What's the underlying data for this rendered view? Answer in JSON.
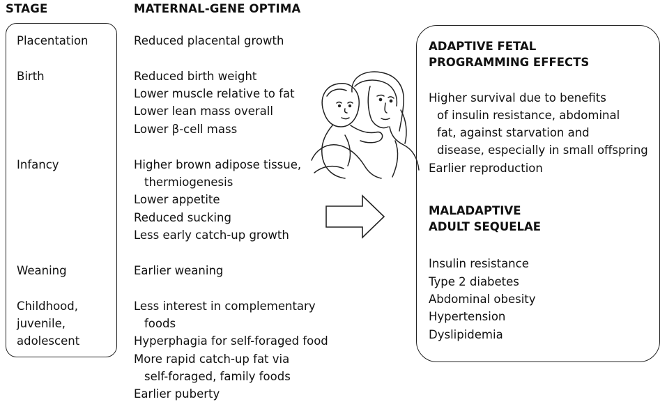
{
  "headers": {
    "stage": "STAGE",
    "optima": "MATERNAL-GENE OPTIMA"
  },
  "stages": [
    {
      "label_lines": [
        "Placentation"
      ]
    },
    {
      "label_lines": [
        "Birth"
      ]
    },
    {
      "label_lines": [
        "Infancy"
      ]
    },
    {
      "label_lines": [
        "Weaning"
      ]
    },
    {
      "label_lines": [
        "Childhood,",
        "juvenile,",
        "adolescent"
      ]
    }
  ],
  "optima": [
    "Reduced placental growth",
    "Reduced birth weight",
    "Lower muscle relative to fat",
    "Lower lean mass overall",
    "Lower β-cell mass",
    "Higher brown adipose tissue,",
    "thermiogenesis",
    "Lower appetite",
    "Reduced sucking",
    "Less early catch-up growth",
    "Earlier weaning",
    "Less interest in complementary",
    "foods",
    "Hyperphagia for self-foraged food",
    "More rapid catch-up fat via",
    "self-foraged, family foods",
    "Earlier puberty"
  ],
  "adaptive": {
    "title_lines": [
      "ADAPTIVE  FETAL",
      "PROGRAMMING EFFECTS"
    ],
    "items": [
      "Higher survival due to benefits",
      "of insulin resistance, abdominal",
      "fat, against starvation and",
      "disease, especially in small offspring",
      "Earlier reproduction"
    ]
  },
  "maladaptive": {
    "title_lines": [
      "MALADAPTIVE",
      "ADULT SEQUELAE"
    ],
    "items": [
      "Insulin resistance",
      "Type 2 diabetes",
      "Abdominal obesity",
      "Hypertension",
      "Dyslipidemia"
    ]
  },
  "icons": {
    "illustration": "mother-and-child-illustration-icon",
    "arrow": "right-arrow-icon"
  }
}
